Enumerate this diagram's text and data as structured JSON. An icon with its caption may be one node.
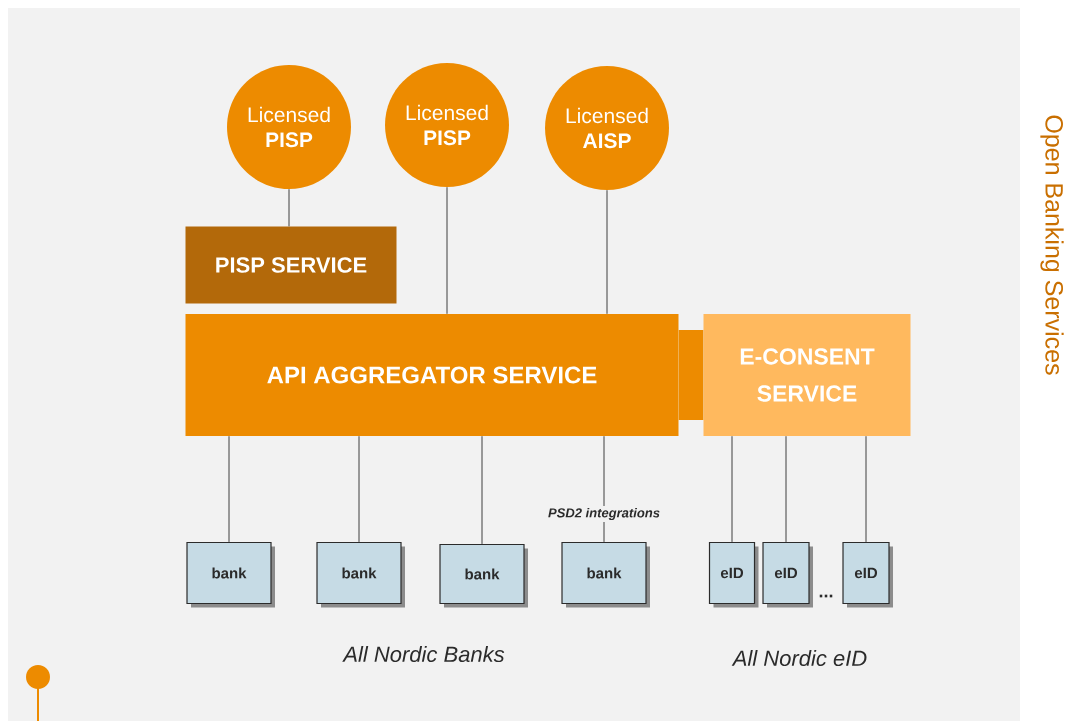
{
  "diagram": {
    "title": "Open Banking Services",
    "nodes": [
      {
        "text": [
          "Licensed **PISP**"
        ]
      },
      {
        "text": [
          "Licensed **PISP**"
        ]
      },
      {
        "text": [
          "Licensed **AISP**"
        ]
      },
      {
        "text": [
          "PISP SERVICE"
        ]
      },
      {
        "text": [
          "API AGGREGATOR SERVICE"
        ]
      },
      {
        "text": [
          "E-CONSENT SERVICE"
        ]
      },
      {
        "text": [
          "bank"
        ]
      },
      {
        "text": [
          "bank"
        ]
      },
      {
        "text": [
          "bank"
        ]
      },
      {
        "text": [
          "bank"
        ]
      },
      {
        "text": [
          "eID"
        ]
      },
      {
        "text": [
          "eID"
        ]
      },
      {
        "text": [
          "eID"
        ]
      }
    ],
    "edges": [
      {
        "from": 0,
        "to": 3,
        "arrow": "none"
      },
      {
        "from": 1,
        "to": 4,
        "arrow": "none"
      },
      {
        "from": 2,
        "to": 4,
        "arrow": "none"
      },
      {
        "from": 4,
        "to": 5,
        "arrow": "none",
        "style": "thick",
        "color": "#ed8b00"
      },
      {
        "from": 4,
        "to": 6,
        "arrow": "none"
      },
      {
        "from": 4,
        "to": 7,
        "arrow": "none"
      },
      {
        "from": 4,
        "to": 8,
        "arrow": "none"
      },
      {
        "from": 4,
        "to": 9,
        "arrow": "none",
        "label": "PSD2 integrations"
      },
      {
        "from": 5,
        "to": 10,
        "arrow": "none"
      },
      {
        "from": 5,
        "to": 11,
        "arrow": "none"
      },
      {
        "from": 5,
        "to": 12,
        "arrow": "none"
      }
    ],
    "labels": [
      "...",
      "All Nordic Banks",
      "All Nordic eID"
    ]
  }
}
